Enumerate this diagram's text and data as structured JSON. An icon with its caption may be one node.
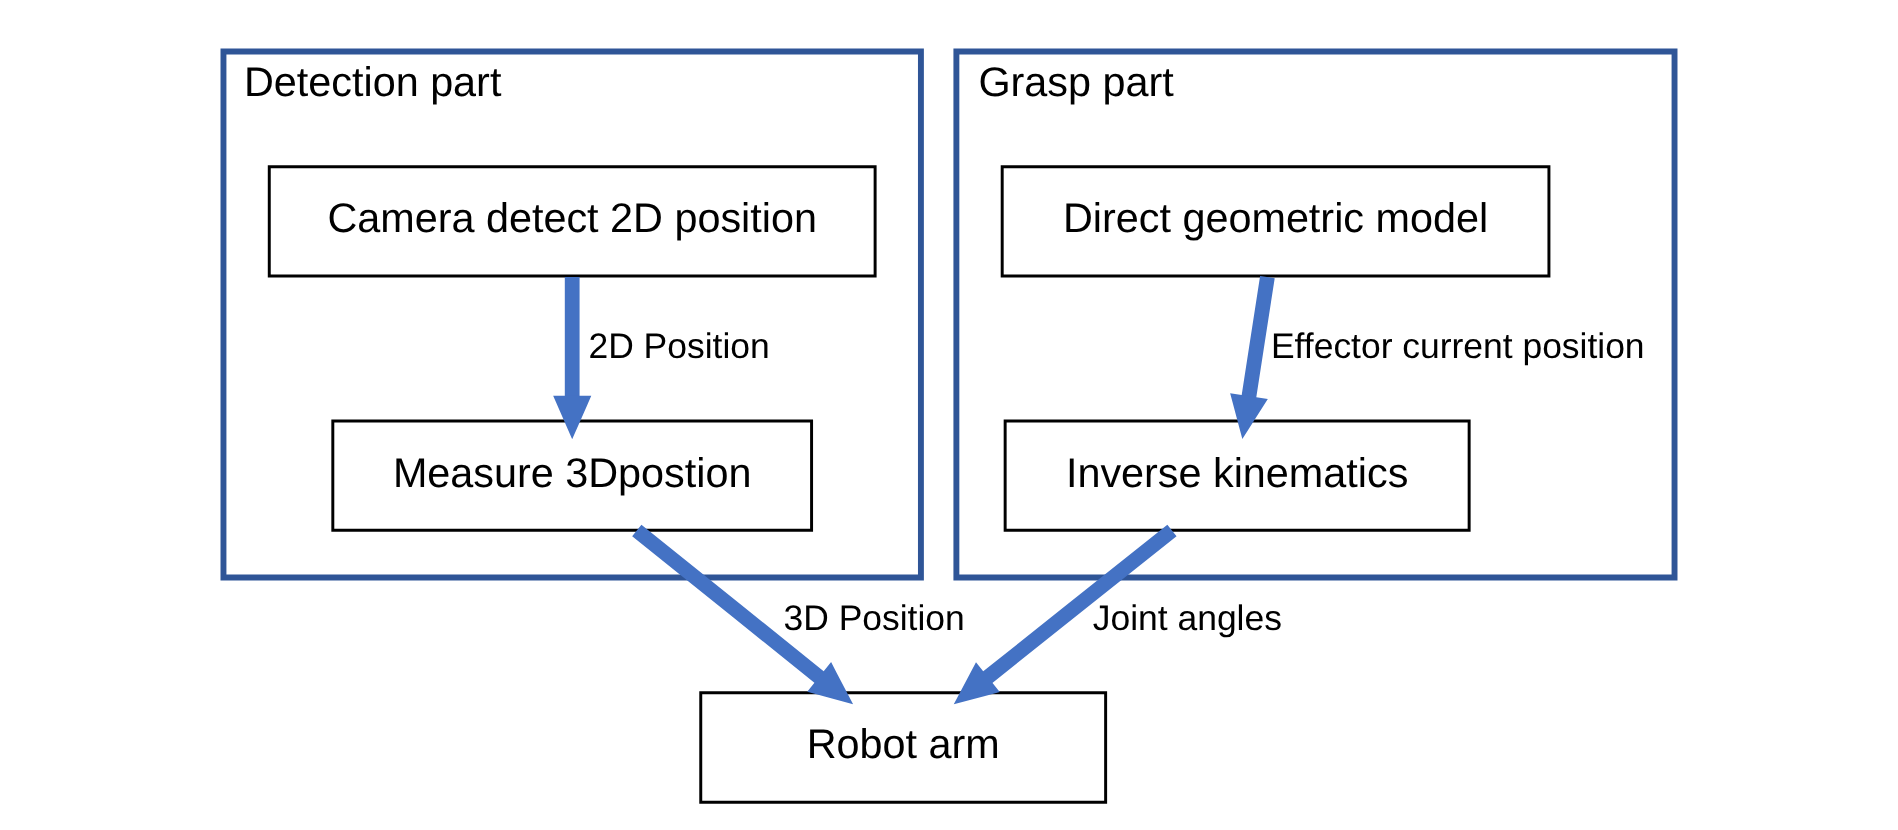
{
  "diagram": {
    "nodes": [
      {
        "text": [
          "Detection part"
        ]
      },
      {
        "text": [
          "Camera detect 2D position"
        ],
        "in": 0
      },
      {
        "text": [
          "Measure 3Dpostion"
        ],
        "in": 0
      },
      {
        "text": [
          "Grasp part"
        ]
      },
      {
        "text": [
          "Direct geometric model"
        ],
        "in": 3
      },
      {
        "text": [
          "Inverse kinematics"
        ],
        "in": 3
      },
      {
        "text": [
          "Robot arm"
        ]
      }
    ],
    "edges": [
      {
        "from": 1,
        "to": 2,
        "arrow": "to",
        "label": "2D Position",
        "color": "#4472c4"
      },
      {
        "from": 2,
        "to": 6,
        "arrow": "to",
        "label": "3D Position",
        "color": "#4472c4"
      },
      {
        "from": 4,
        "to": 5,
        "arrow": "to",
        "label": "Effector current position",
        "color": "#4472c4"
      },
      {
        "from": 5,
        "to": 6,
        "arrow": "to",
        "label": "Joint angles",
        "color": "#4472c4"
      }
    ]
  }
}
